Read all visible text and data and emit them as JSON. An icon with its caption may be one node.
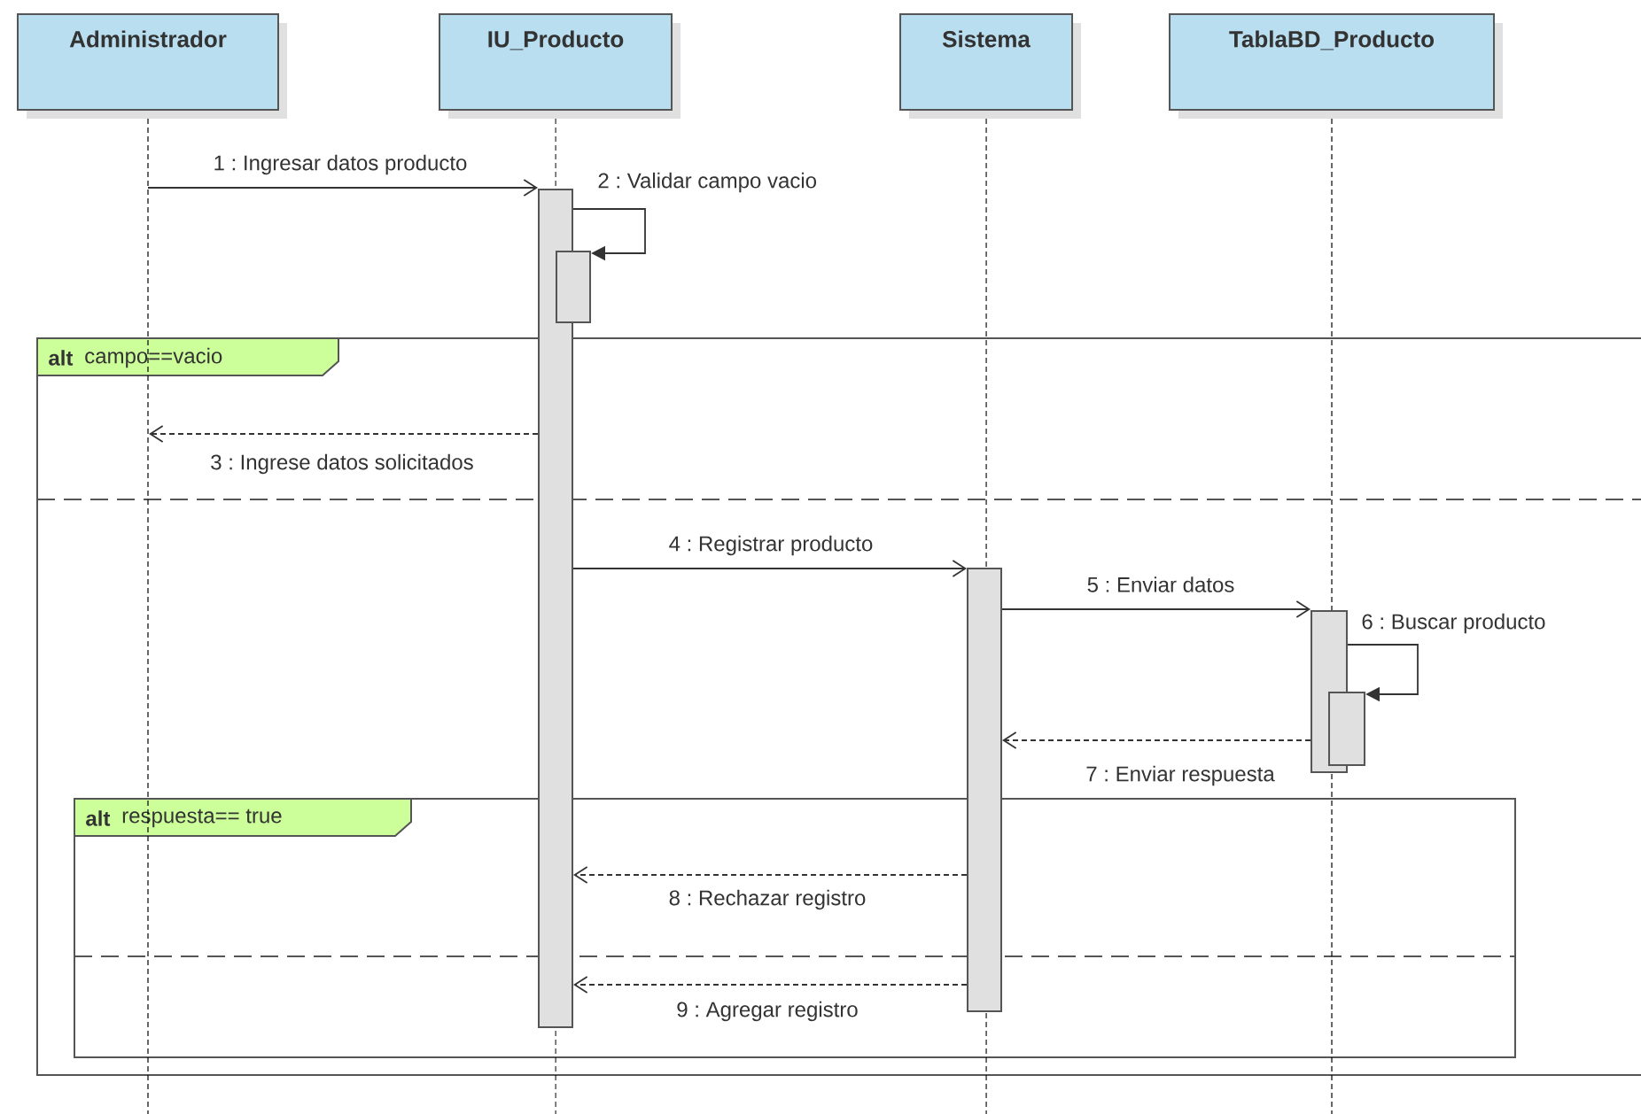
{
  "diagram": {
    "nodes": [
      {
        "text": [
          "Administrador"
        ]
      },
      {
        "text": [
          "IU_Producto"
        ]
      },
      {
        "text": [
          "Sistema"
        ]
      },
      {
        "text": [
          "TablaBD_Producto"
        ]
      },
      {
        "text": [
          "alt",
          "campo==vacio"
        ]
      },
      {
        "text": [
          "alt",
          "respuesta== true"
        ],
        "in": 4
      },
      {
        "text": [],
        "shape": "bar"
      },
      {
        "text": [],
        "shape": "bar"
      },
      {
        "text": [],
        "shape": "bar",
        "in": 4
      },
      {
        "text": [],
        "shape": "bar",
        "in": 4
      },
      {
        "text": [],
        "shape": "bar",
        "in": 4
      }
    ],
    "edges": [
      {
        "from": 0,
        "to": 6,
        "arrow": "to",
        "label": "1 : Ingresar datos producto"
      },
      {
        "from": 6,
        "to": 7,
        "arrow": "to",
        "label": "2 : Validar campo vacio"
      },
      {
        "from": 6,
        "to": null,
        "arrow": "to",
        "style": "dashed",
        "label": "3 : Ingrese datos solicitados"
      },
      {
        "from": 6,
        "to": 8,
        "arrow": "to",
        "label": "4 : Registrar producto"
      },
      {
        "from": 8,
        "to": 9,
        "arrow": "to",
        "label": "5 : Enviar datos"
      },
      {
        "from": 9,
        "to": 10,
        "arrow": "to",
        "label": "6 : Buscar producto"
      },
      {
        "from": 9,
        "to": 8,
        "arrow": "to",
        "style": "dashed",
        "label": "7 : Enviar respuesta"
      },
      {
        "from": 8,
        "to": 6,
        "arrow": "to",
        "style": "dashed",
        "label": "8 : Rechazar registro"
      },
      {
        "from": 8,
        "to": 6,
        "arrow": "to",
        "style": "dashed",
        "label": "9 : Agregar registro"
      }
    ]
  }
}
